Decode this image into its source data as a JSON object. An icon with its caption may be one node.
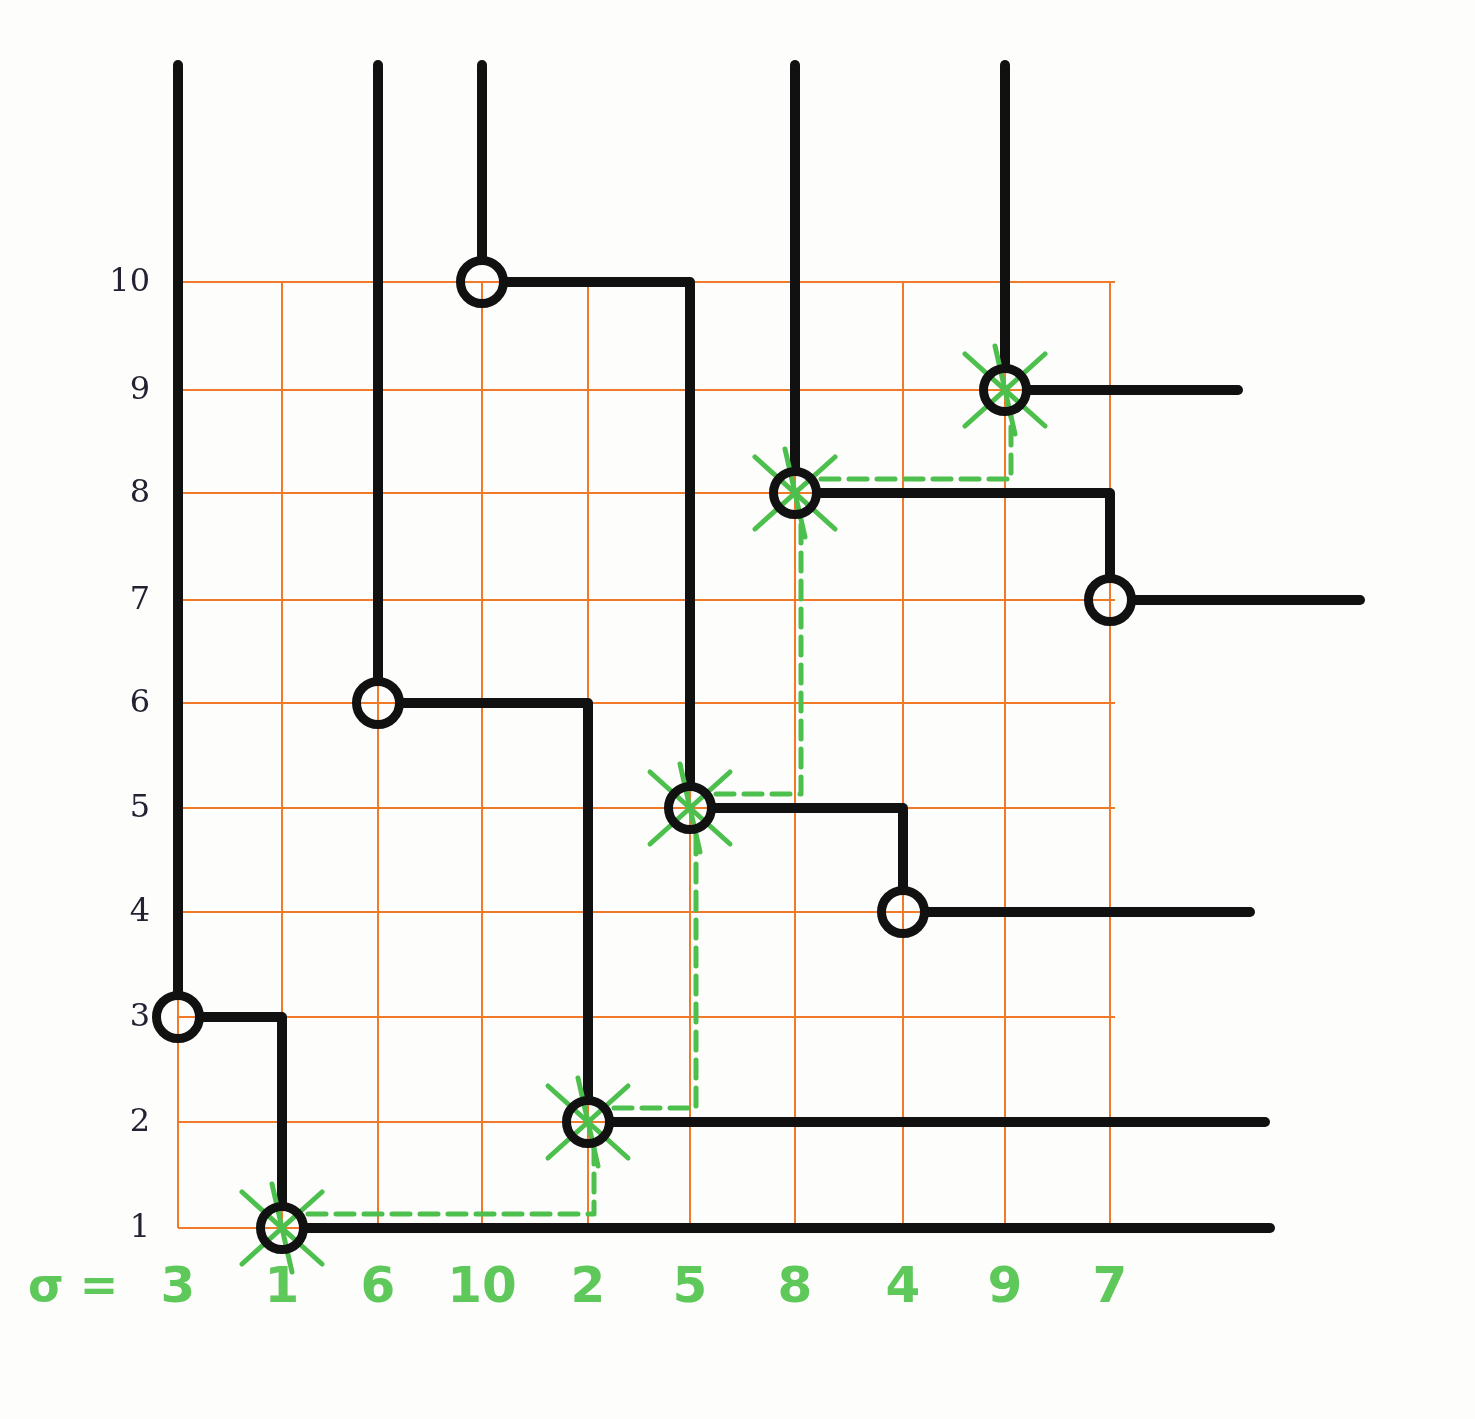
{
  "diagram": {
    "nodes": [
      {
        "text": [],
        "shape": "circle"
      },
      {
        "text": [],
        "shape": "circle"
      },
      {
        "text": [],
        "shape": "circle"
      },
      {
        "text": [],
        "shape": "circle"
      },
      {
        "text": [],
        "shape": "circle"
      },
      {
        "text": [],
        "shape": "circle"
      },
      {
        "text": [],
        "shape": "circle"
      },
      {
        "text": [],
        "shape": "circle"
      },
      {
        "text": [],
        "shape": "circle"
      },
      {
        "text": [],
        "shape": "circle"
      }
    ],
    "edges": [
      {
        "from": 0,
        "to": null,
        "arrow": "none"
      },
      {
        "from": 0,
        "to": 1,
        "arrow": "none"
      },
      {
        "from": 1,
        "to": null,
        "arrow": "none"
      },
      {
        "from": 2,
        "to": null,
        "arrow": "none"
      },
      {
        "from": 2,
        "to": 4,
        "arrow": "none"
      },
      {
        "from": 3,
        "to": null,
        "arrow": "none"
      },
      {
        "from": 3,
        "to": 5,
        "arrow": "none"
      },
      {
        "from": 4,
        "to": null,
        "arrow": "none"
      },
      {
        "from": 5,
        "to": 7,
        "arrow": "none"
      },
      {
        "from": 6,
        "to": null,
        "arrow": "none"
      },
      {
        "from": 6,
        "to": 9,
        "arrow": "none"
      },
      {
        "from": 7,
        "to": null,
        "arrow": "none"
      },
      {
        "from": 8,
        "to": null,
        "arrow": "none"
      },
      {
        "from": 8,
        "to": null,
        "arrow": "none"
      },
      {
        "from": 9,
        "to": null,
        "arrow": "none"
      },
      {
        "from": 1,
        "to": 4,
        "arrow": "none",
        "style": "dashed",
        "color": "#4cbf4c"
      },
      {
        "from": 4,
        "to": 5,
        "arrow": "none",
        "style": "dashed",
        "color": "#4cbf4c"
      },
      {
        "from": 5,
        "to": 6,
        "arrow": "none",
        "style": "dashed",
        "color": "#4cbf4c"
      },
      {
        "from": 6,
        "to": 8,
        "arrow": "none",
        "style": "dashed",
        "color": "#4cbf4c"
      }
    ],
    "labels": [
      "10",
      "9",
      "8",
      "7",
      "6",
      "5",
      "4",
      "3",
      "2",
      "1",
      "σ =",
      "3",
      "1",
      "6",
      "10",
      "2",
      "5",
      "8",
      "4",
      "9",
      "7"
    ]
  }
}
